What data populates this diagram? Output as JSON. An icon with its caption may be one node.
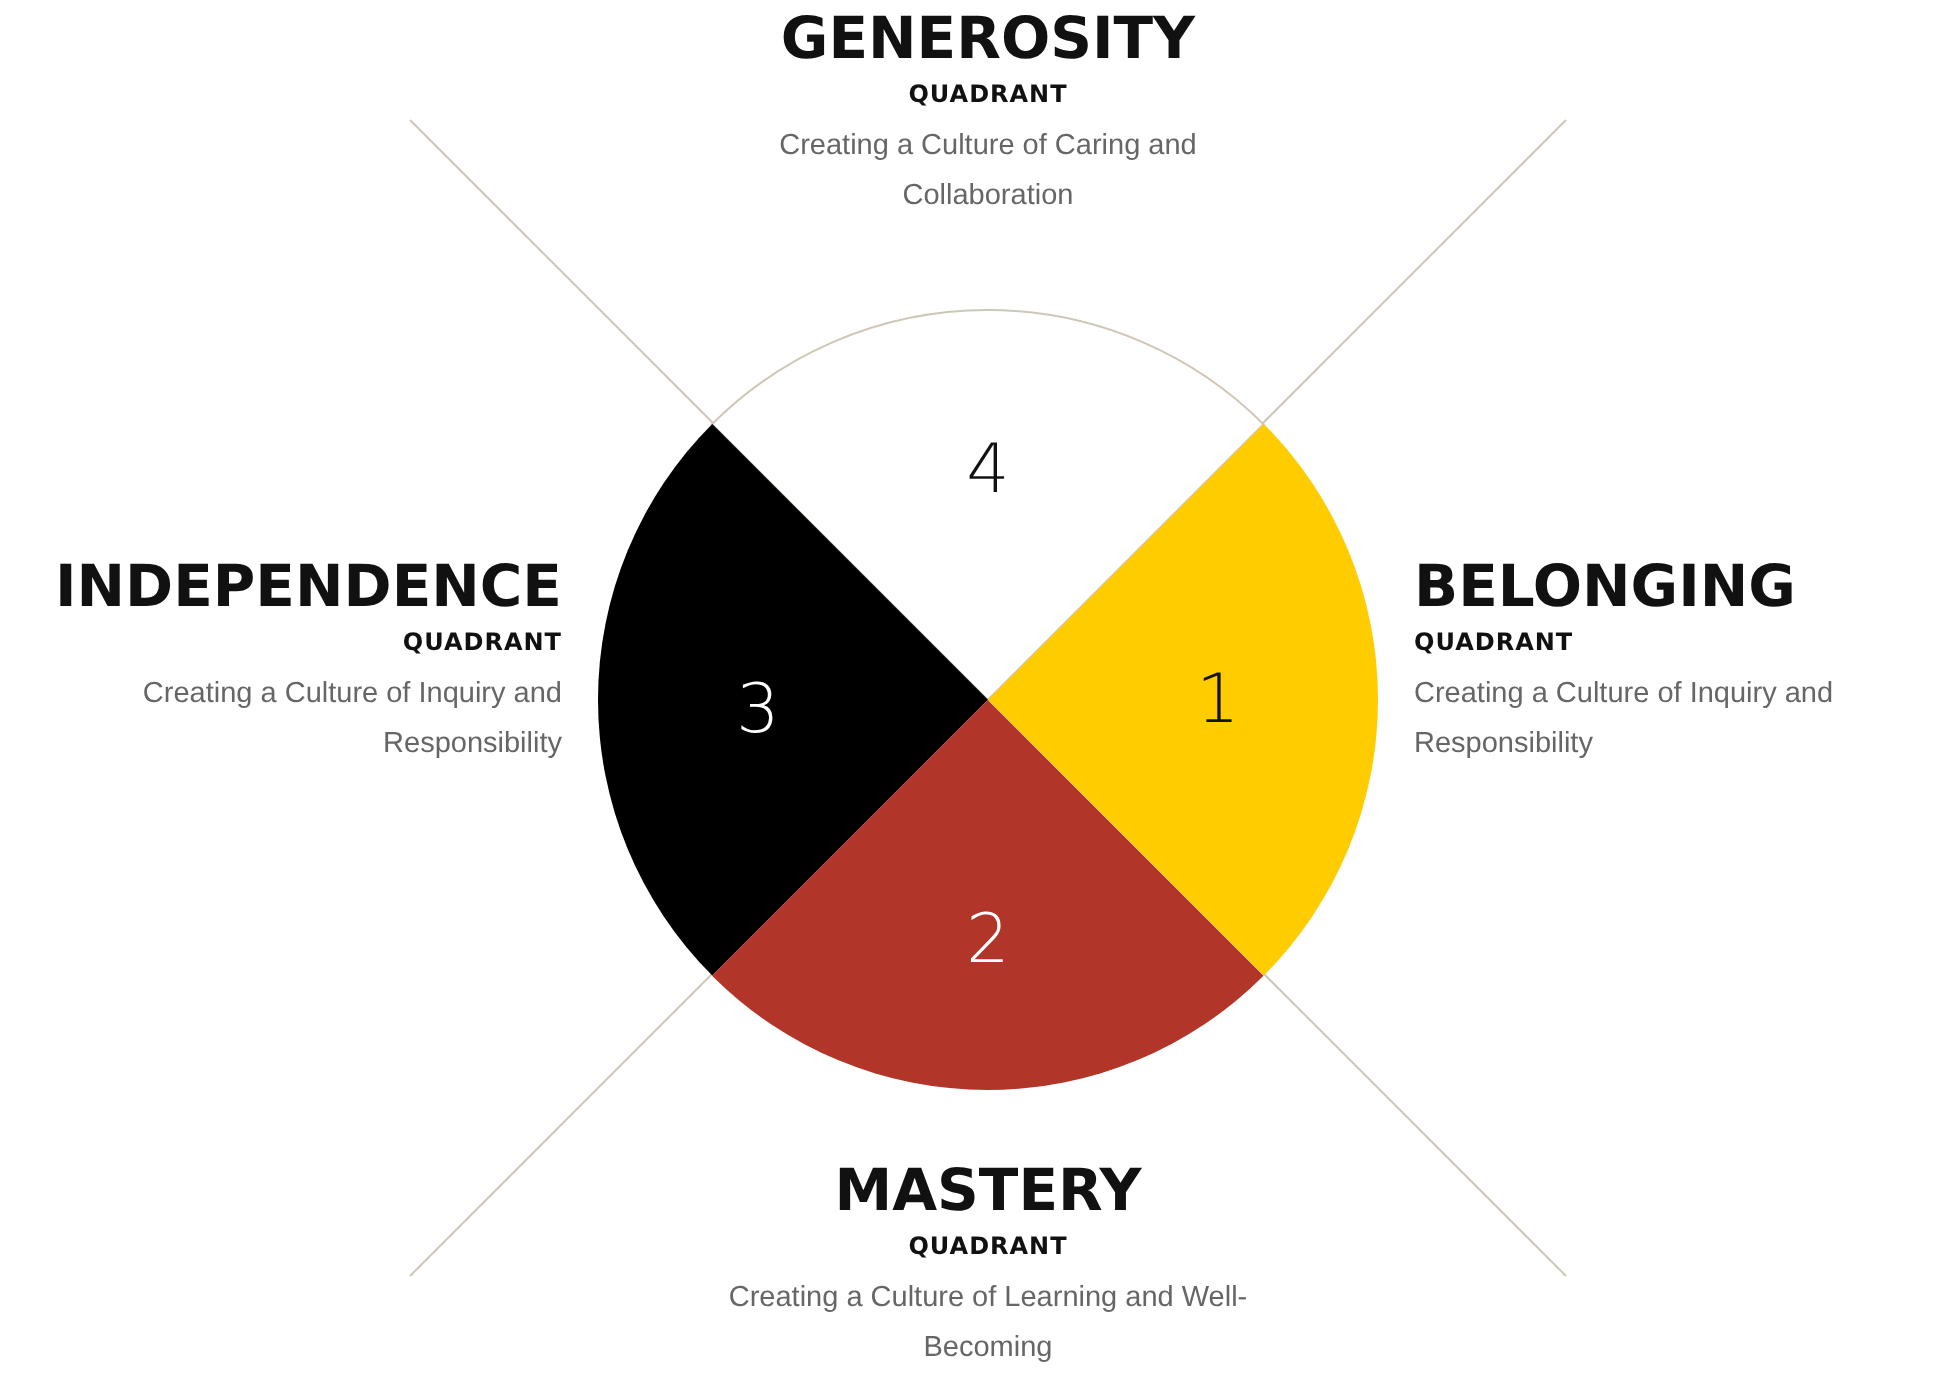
{
  "diagram": {
    "nodes": [
      {
        "text": [
          "4"
        ],
        "beside": [
          "GENEROSITY",
          "QUADRANT",
          "Creating a Culture of Caring and Collaboration"
        ]
      },
      {
        "text": [
          "3"
        ],
        "beside": [
          "INDEPENDENCE",
          "QUADRANT",
          "Creating a Culture of Inquiry and Responsibility"
        ]
      },
      {
        "text": [
          "1"
        ],
        "beside": [
          "BELONGING",
          "QUADRANT",
          "Creating a Culture of Inquiry and Responsibility"
        ]
      },
      {
        "text": [
          "2"
        ],
        "beside": [
          "MASTERY",
          "QUADRANT",
          "Creating a Culture of Learning and Well-Becoming"
        ]
      }
    ],
    "edges": []
  }
}
